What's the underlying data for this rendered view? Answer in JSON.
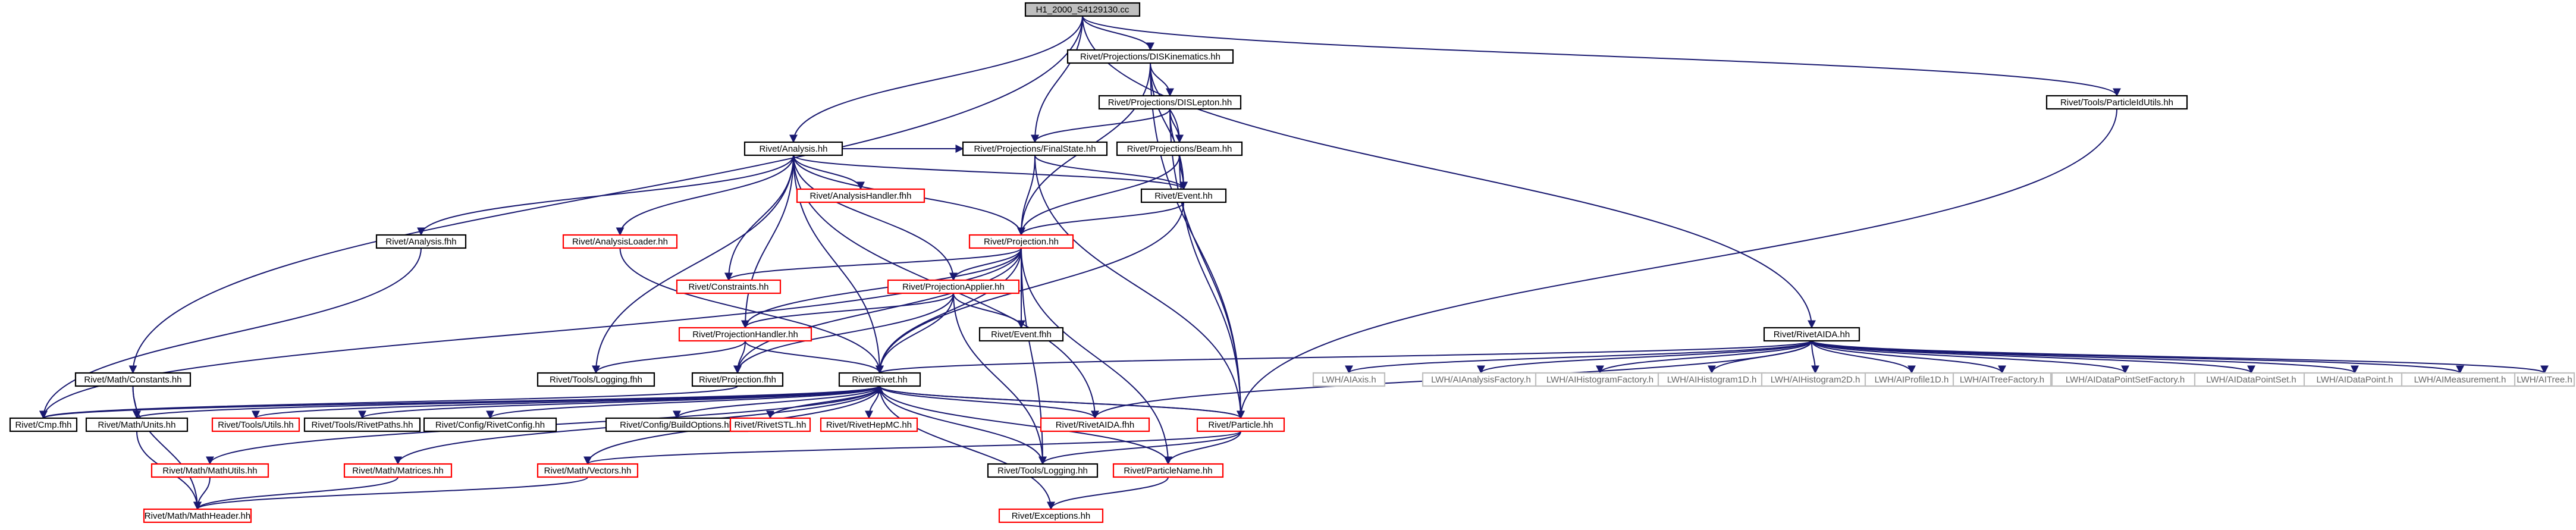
{
  "diagram": {
    "title": "H1_2000_S4129130.cc",
    "colors": {
      "edge": "#191970",
      "focus_fill": "#bfbfbf",
      "node_border_black": "#000000",
      "node_border_red": "#ff0000",
      "node_border_light": "#bfbfbf",
      "text_dark": "#000000",
      "text_red": "#ff0000",
      "text_grey": "#666666"
    },
    "nodes": [
      {
        "id": "root",
        "label": "H1_2000_S4129130.cc",
        "style": "focus"
      },
      {
        "id": "disk",
        "label": "Rivet/Projections/DISKinematics.hh",
        "style": "black"
      },
      {
        "id": "disl",
        "label": "Rivet/Projections/DISLepton.hh",
        "style": "black"
      },
      {
        "id": "final",
        "label": "Rivet/Projections/FinalState.hh",
        "style": "black"
      },
      {
        "id": "beam",
        "label": "Rivet/Projections/Beam.hh",
        "style": "black"
      },
      {
        "id": "analysis",
        "label": "Rivet/Analysis.hh",
        "style": "black"
      },
      {
        "id": "ahandler",
        "label": "Rivet/AnalysisHandler.fhh",
        "style": "red"
      },
      {
        "id": "event",
        "label": "Rivet/Event.hh",
        "style": "black"
      },
      {
        "id": "projection",
        "label": "Rivet/Projection.hh",
        "style": "red"
      },
      {
        "id": "afhh",
        "label": "Rivet/Analysis.fhh",
        "style": "black"
      },
      {
        "id": "aloader",
        "label": "Rivet/AnalysisLoader.hh",
        "style": "red"
      },
      {
        "id": "constraints",
        "label": "Rivet/Constraints.hh",
        "style": "red"
      },
      {
        "id": "papplier",
        "label": "Rivet/ProjectionApplier.hh",
        "style": "red"
      },
      {
        "id": "pidutils",
        "label": "Rivet/Tools/ParticleIdUtils.hh",
        "style": "black"
      },
      {
        "id": "raida",
        "label": "Rivet/RivetAIDA.hh",
        "style": "black"
      },
      {
        "id": "phandler",
        "label": "Rivet/ProjectionHandler.hh",
        "style": "red"
      },
      {
        "id": "eventfhh",
        "label": "Rivet/Event.fhh",
        "style": "black"
      },
      {
        "id": "mconstants",
        "label": "Rivet/Math/Constants.hh",
        "style": "black"
      },
      {
        "id": "tlogging_fhh",
        "label": "Rivet/Tools/Logging.fhh",
        "style": "black"
      },
      {
        "id": "projfhh",
        "label": "Rivet/Projection.fhh",
        "style": "black"
      },
      {
        "id": "rivethh",
        "label": "Rivet/Rivet.hh",
        "style": "black"
      },
      {
        "id": "axis",
        "label": "LWH/AIAxis.h",
        "style": "light"
      },
      {
        "id": "afactory",
        "label": "LWH/AIAnalysisFactory.h",
        "style": "light"
      },
      {
        "id": "hfactory",
        "label": "LWH/AIHistogramFactory.h",
        "style": "light"
      },
      {
        "id": "h1d",
        "label": "LWH/AIHistogram1D.h",
        "style": "light"
      },
      {
        "id": "h2d",
        "label": "LWH/AIHistogram2D.h",
        "style": "light"
      },
      {
        "id": "p1d",
        "label": "LWH/AIProfile1D.h",
        "style": "light"
      },
      {
        "id": "tfactory",
        "label": "LWH/AITreeFactory.h",
        "style": "light"
      },
      {
        "id": "dpsfactory",
        "label": "LWH/AIDataPointSetFactory.h",
        "style": "light"
      },
      {
        "id": "dps",
        "label": "LWH/AIDataPointSet.h",
        "style": "light"
      },
      {
        "id": "dp",
        "label": "LWH/AIDataPoint.h",
        "style": "light"
      },
      {
        "id": "meas",
        "label": "LWH/AIMeasurement.h",
        "style": "light"
      },
      {
        "id": "tree",
        "label": "LWH/AITree.h",
        "style": "light"
      },
      {
        "id": "cmp",
        "label": "Rivet/Cmp.fhh",
        "style": "black"
      },
      {
        "id": "units",
        "label": "Rivet/Math/Units.hh",
        "style": "black"
      },
      {
        "id": "tutils",
        "label": "Rivet/Tools/Utils.hh",
        "style": "red"
      },
      {
        "id": "rpaths",
        "label": "Rivet/Tools/RivetPaths.hh",
        "style": "black"
      },
      {
        "id": "rconfig",
        "label": "Rivet/Config/RivetConfig.hh",
        "style": "black"
      },
      {
        "id": "buildopt",
        "label": "Rivet/Config/BuildOptions.hh",
        "style": "black"
      },
      {
        "id": "stl",
        "label": "Rivet/RivetSTL.hh",
        "style": "red"
      },
      {
        "id": "hepmc",
        "label": "Rivet/RivetHepMC.hh",
        "style": "red"
      },
      {
        "id": "raidafhh",
        "label": "Rivet/RivetAIDA.fhh",
        "style": "red"
      },
      {
        "id": "particle",
        "label": "Rivet/Particle.hh",
        "style": "red"
      },
      {
        "id": "mutils",
        "label": "Rivet/Math/MathUtils.hh",
        "style": "red"
      },
      {
        "id": "matrices",
        "label": "Rivet/Math/Matrices.hh",
        "style": "red"
      },
      {
        "id": "vectors",
        "label": "Rivet/Math/Vectors.hh",
        "style": "red"
      },
      {
        "id": "tlogging_hh",
        "label": "Rivet/Tools/Logging.hh",
        "style": "black"
      },
      {
        "id": "pname",
        "label": "Rivet/ParticleName.hh",
        "style": "red"
      },
      {
        "id": "mheader",
        "label": "Rivet/Math/MathHeader.hh",
        "style": "red"
      },
      {
        "id": "exceptions",
        "label": "Rivet/Exceptions.hh",
        "style": "red"
      }
    ]
  }
}
